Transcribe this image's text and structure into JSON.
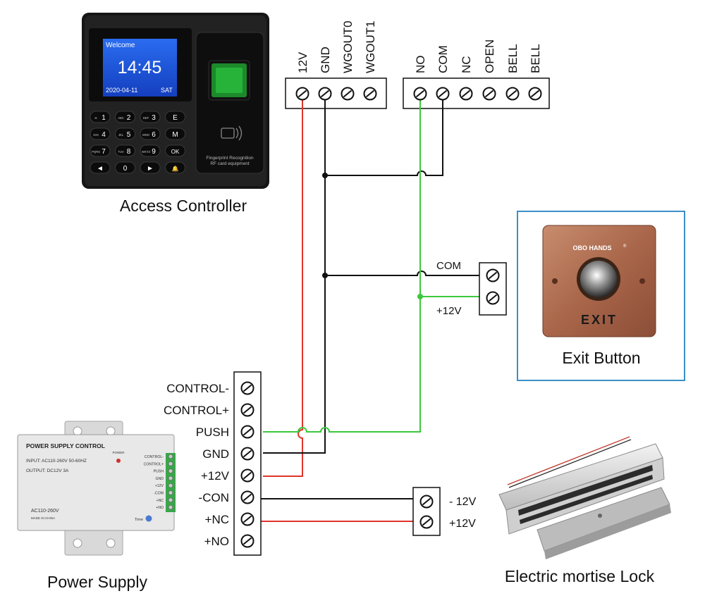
{
  "titles": {
    "access_controller": "Access Controller",
    "exit_button": "Exit Button",
    "power_supply": "Power Supply",
    "lock": "Electric mortise Lock"
  },
  "controller": {
    "screen_welcome": "Welcome",
    "screen_time": "14:45",
    "screen_date": "2020-04-11",
    "screen_day": "SAT",
    "keypad": [
      [
        "1",
        "2",
        "3",
        "E"
      ],
      [
        "4",
        "5",
        "6",
        "M"
      ],
      [
        "7",
        "8",
        "9",
        "OK"
      ],
      [
        "◄",
        "0",
        "►",
        "🔔"
      ]
    ],
    "key_sublabels": [
      [
        "✉",
        "ABC",
        "DEF",
        ""
      ],
      [
        "GHI",
        "JKL",
        "MNO",
        ""
      ],
      [
        "PQRS",
        "TUV",
        "WXYZ",
        ""
      ],
      [
        "",
        "",
        "",
        ""
      ]
    ],
    "sensor_caption_1": "Fingerprint Recognition",
    "sensor_caption_2": "RF card equipment",
    "terminals_left": [
      "12V",
      "GND",
      "WGOUT0",
      "WGOUT1"
    ],
    "terminals_right": [
      "NO",
      "COM",
      "NC",
      "OPEN",
      "BELL",
      "BELL"
    ]
  },
  "exit_button": {
    "brand": "OBO HANDS",
    "brand_mark": "®",
    "caption": "EXIT",
    "terminal_labels": [
      "COM",
      "+12V"
    ]
  },
  "power_supply": {
    "device_title": "POWER SUPPLY CONTROL",
    "input_text": "INPUT: AC110-260V 50-60HZ",
    "output_text": "OUTPUT: DC12V  3A",
    "power_label": "POWER",
    "ac_text": "AC110-260V",
    "made_text": "MADE IN CHINA",
    "time_label": "Time",
    "device_terminals": [
      "CONTROL-",
      "CONTROL+",
      "PUSH",
      "GND",
      "+12V",
      "-COM",
      "+NC",
      "+NO"
    ],
    "terminals": [
      "CONTROL-",
      "CONTROL+",
      "PUSH",
      "GND",
      "+12V",
      "-CON",
      "+NC",
      "+NO"
    ]
  },
  "lock": {
    "terminal_labels": [
      "- 12V",
      "+12V"
    ]
  },
  "colors": {
    "wire_black": "#111111",
    "wire_red": "#e0342b",
    "wire_green": "#3cc83c",
    "exit_frame": "#3a8fc7"
  }
}
